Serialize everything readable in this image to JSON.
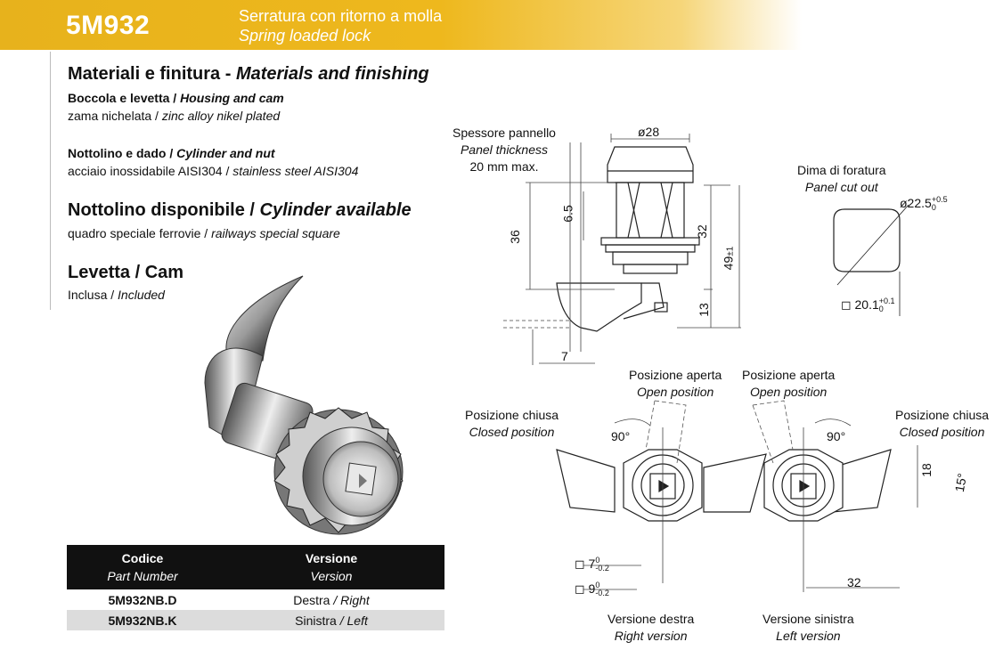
{
  "header": {
    "code": "5M932",
    "title_it": "Serratura con ritorno a molla",
    "title_en": "Spring loaded lock"
  },
  "specs": {
    "materials_it": "Materiali e finitura -",
    "materials_en": "Materials and finishing",
    "housing_it": "Boccola e levetta /",
    "housing_en": "Housing and cam",
    "housing_val_it": "zama nichelata /",
    "housing_val_en": "zinc alloy nikel plated",
    "cyl_it": "Nottolino e dado /",
    "cyl_en": "Cylinder and nut",
    "cyl_val_it": "acciaio inossidabile AISI304 /",
    "cyl_val_en": "stainless steel AISI304",
    "avail_it": "Nottolino disponibile /",
    "avail_en": "Cylinder available",
    "avail_val_it": "quadro speciale ferrovie /",
    "avail_val_en": "railways special square",
    "cam_title": "Levetta / Cam",
    "cam_val_it": "Inclusa /",
    "cam_val_en": "Included"
  },
  "table": {
    "col1_it": "Codice",
    "col1_en": "Part Number",
    "col2_it": "Versione",
    "col2_en": "Version",
    "rows": [
      {
        "code": "5M932NB.D",
        "version_it": "Destra",
        "version_en": "/ Right"
      },
      {
        "code": "5M932NB.K",
        "version_it": "Sinistra",
        "version_en": "/ Left"
      }
    ]
  },
  "drawing": {
    "panel_it": "Spessore pannello",
    "panel_en": "Panel thickness",
    "panel_max": "20 mm max.",
    "d28": "ø28",
    "d65": "6.5",
    "d36": "36",
    "d32": "32",
    "d49": "49",
    "d49tol": "±1",
    "d13": "13",
    "d7": "7",
    "cutout_it": "Dima di foratura",
    "cutout_en": "Panel cut out",
    "d225": "ø22.5",
    "d225_up": "+0.5",
    "d225_lo": "0",
    "d201": "20.1",
    "d201_up": "+0.1",
    "d201_lo": "0",
    "open_it": "Posizione aperta",
    "open_en": "Open position",
    "closed_it": "Posizione chiusa",
    "closed_en": "Closed position",
    "angle90": "90°",
    "d18": "18",
    "angle15": "15°",
    "d32b": "32",
    "sq7": "7",
    "sq7_up": "0",
    "sq7_lo": "-0.2",
    "sq9": "9",
    "sq9_up": "0",
    "sq9_lo": "-0.2",
    "right_it": "Versione destra",
    "right_en": "Right version",
    "left_it": "Versione sinistra",
    "left_en": "Left version"
  }
}
